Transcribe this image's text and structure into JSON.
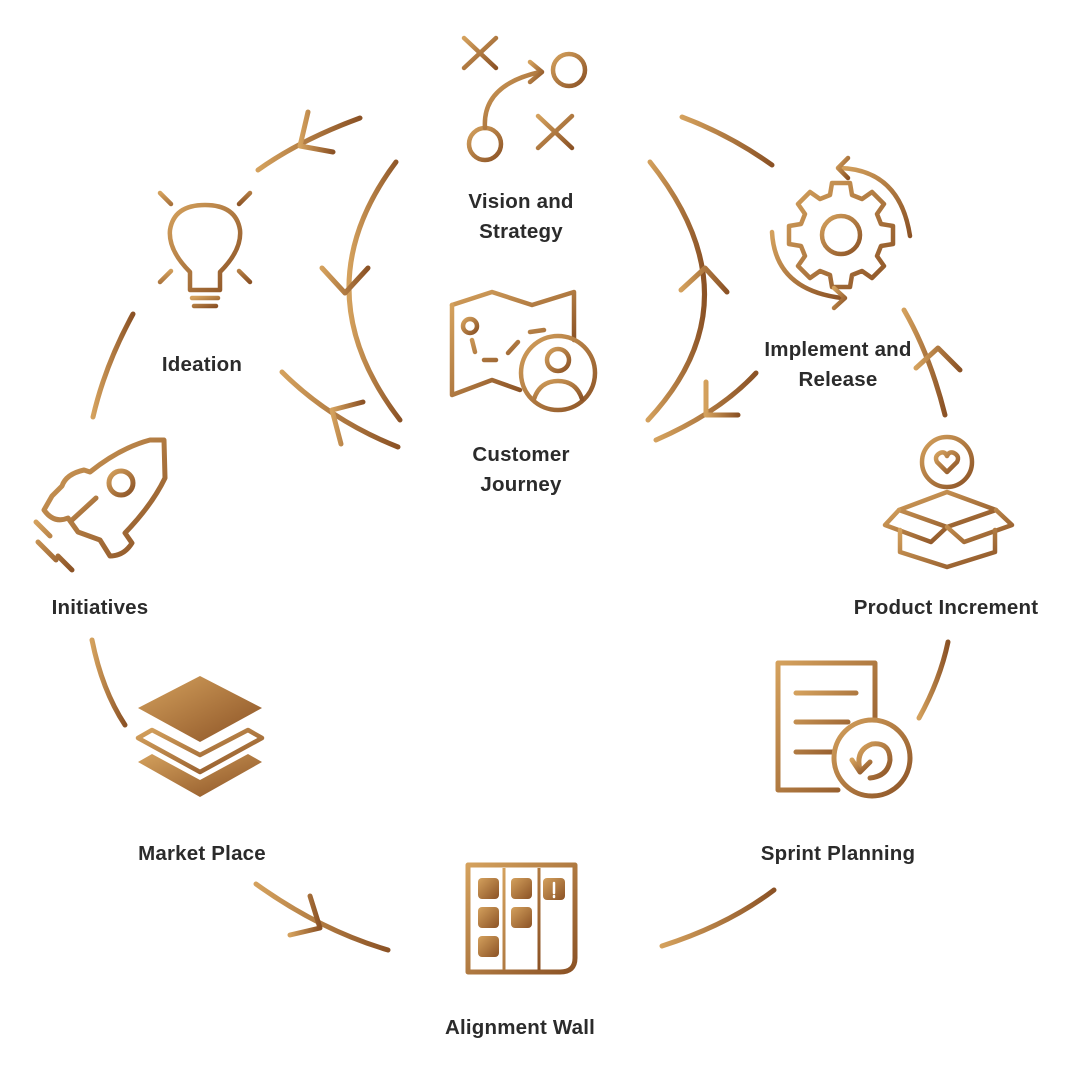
{
  "colors": {
    "accent_light": "#cf9a55",
    "accent_dark": "#8e5526",
    "text": "#2b2b2b"
  },
  "nodes": {
    "vision": {
      "line1": "Vision and",
      "line2": "Strategy",
      "icon": "strategy-play-icon"
    },
    "journey": {
      "line1": "Customer",
      "line2": "Journey",
      "icon": "map-person-icon"
    },
    "ideation": {
      "label": "Ideation",
      "icon": "lightbulb-icon"
    },
    "implement": {
      "line1": "Implement and",
      "line2": "Release",
      "icon": "gear-cycle-icon"
    },
    "initiatives": {
      "label": "Initiatives",
      "icon": "rocket-icon"
    },
    "increment": {
      "label": "Product Increment",
      "icon": "box-heart-icon"
    },
    "market": {
      "label": "Market Place",
      "icon": "layers-icon"
    },
    "sprint": {
      "label": "Sprint Planning",
      "icon": "document-refresh-icon"
    },
    "alignment": {
      "label": "Alignment Wall",
      "icon": "kanban-board-icon"
    }
  }
}
